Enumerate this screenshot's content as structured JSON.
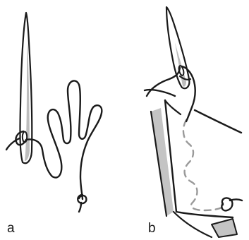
{
  "panels": [
    {
      "id": "a",
      "label": "a"
    },
    {
      "id": "b",
      "label": "b"
    }
  ],
  "colors": {
    "ink": "#1a1a1a",
    "needle_shade": "#bdbdbd",
    "fabric_shadow": "#c4c4c4",
    "hidden_stitch": "#9a9a9a",
    "background": "#ffffff"
  }
}
